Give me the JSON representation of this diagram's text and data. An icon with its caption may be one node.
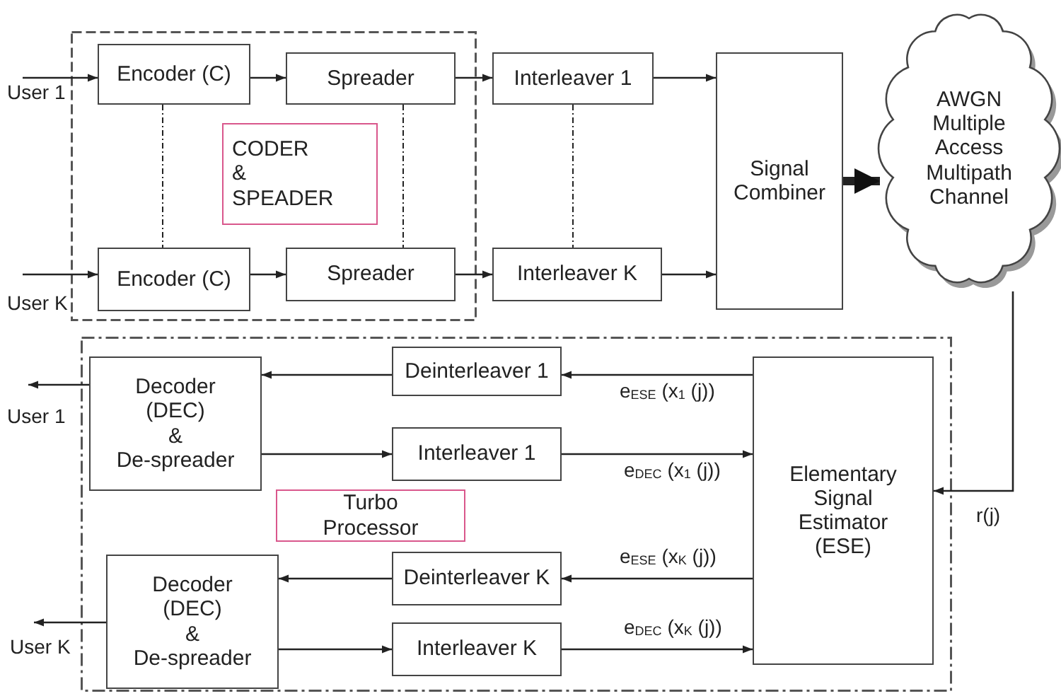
{
  "diagram": {
    "nodes": [
      {
        "text": [],
        "shape": "box"
      },
      {
        "text": [
          "Encoder (C)"
        ],
        "in": 0
      },
      {
        "text": [
          "Spreader"
        ],
        "in": 0
      },
      {
        "text": [
          "CODER & SPEADER"
        ],
        "in": 0
      },
      {
        "text": [
          "Encoder (C)"
        ],
        "in": 0
      },
      {
        "text": [
          "Spreader"
        ],
        "in": 0
      },
      {
        "text": [
          "Interleaver 1"
        ]
      },
      {
        "text": [
          "Interleaver K"
        ]
      },
      {
        "text": [
          "Signal Combiner"
        ]
      },
      {
        "text": [
          "AWGN Multiple Access Multipath Channel"
        ]
      },
      {
        "text": [],
        "shape": "box"
      },
      {
        "text": [
          "Decoder (DEC) & De-spreader"
        ],
        "in": 10
      },
      {
        "text": [
          "Deinterleaver 1"
        ],
        "in": 10
      },
      {
        "text": [
          "Interleaver 1"
        ],
        "in": 10
      },
      {
        "text": [
          "Turbo Processor"
        ],
        "in": 10
      },
      {
        "text": [
          "Decoder (DEC) & De-spreader"
        ],
        "in": 10
      },
      {
        "text": [
          "Deinterleaver K"
        ],
        "in": 10
      },
      {
        "text": [
          "Interleaver K"
        ],
        "in": 10
      },
      {
        "text": [
          "Elementary Signal Estimator (ESE)"
        ],
        "in": 10
      }
    ],
    "edges": [
      {
        "from": null,
        "to": 1,
        "arrow": "to",
        "label": "User 1"
      },
      {
        "from": 1,
        "to": 2,
        "arrow": "to"
      },
      {
        "from": 2,
        "to": 6,
        "arrow": "to"
      },
      {
        "from": null,
        "to": 4,
        "arrow": "to",
        "label": "User K"
      },
      {
        "from": 4,
        "to": 5,
        "arrow": "to"
      },
      {
        "from": 5,
        "to": 7,
        "arrow": "to"
      },
      {
        "from": 6,
        "to": 8,
        "arrow": "to"
      },
      {
        "from": 7,
        "to": 8,
        "arrow": "to"
      },
      {
        "from": 8,
        "to": 9,
        "arrow": "to",
        "style": "thick"
      },
      {
        "from": 9,
        "to": 18,
        "arrow": "to",
        "label": "r(j)"
      },
      {
        "from": 18,
        "to": 12,
        "arrow": "to",
        "label": "e$_{ESE}$ (x$_{1}$ (j))"
      },
      {
        "from": 12,
        "to": 11,
        "arrow": "to"
      },
      {
        "from": 11,
        "to": 13,
        "arrow": "to"
      },
      {
        "from": 13,
        "to": 18,
        "arrow": "to",
        "label": "e$_{DEC}$ (x$_{1}$ (j))"
      },
      {
        "from": 18,
        "to": 16,
        "arrow": "to",
        "label": "e$_{ESE}$ (x$_{K}$ (j))"
      },
      {
        "from": 16,
        "to": 15,
        "arrow": "to"
      },
      {
        "from": 15,
        "to": 17,
        "arrow": "to"
      },
      {
        "from": 17,
        "to": 18,
        "arrow": "to",
        "label": "e$_{DEC}$ (x$_{K}$ (j))"
      },
      {
        "from": 11,
        "to": null,
        "arrow": "to",
        "label": "User 1"
      },
      {
        "from": 15,
        "to": null,
        "arrow": "to",
        "label": "User K"
      },
      {
        "from": 1,
        "to": 4,
        "arrow": "none",
        "style": "dashed"
      },
      {
        "from": 2,
        "to": 5,
        "arrow": "none",
        "style": "dashed"
      },
      {
        "from": 6,
        "to": 7,
        "arrow": "none",
        "style": "dashed"
      }
    ]
  }
}
